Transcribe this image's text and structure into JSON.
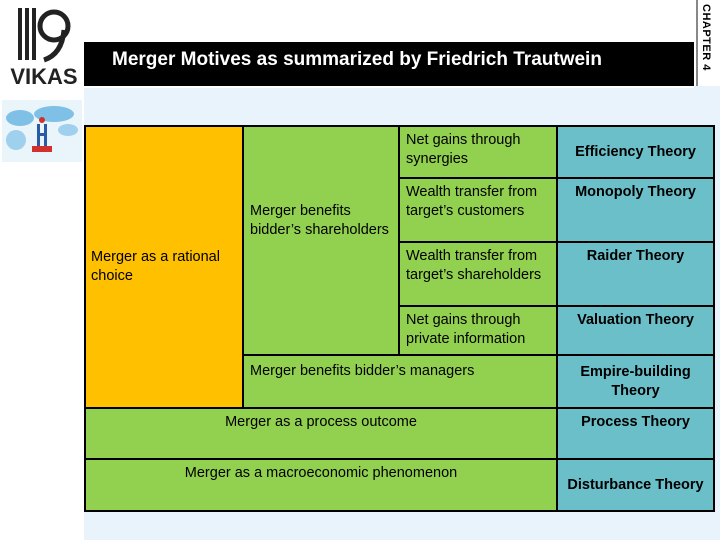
{
  "header": {
    "title": "Merger Motives as summarized by Friedrich Trautwein",
    "chapter_label": "CHAPTER 4",
    "logo_text": "VIKAS"
  },
  "table": {
    "rational_choice": "Merger as a rational choice",
    "shareholders": "Merger benefits bidder’s shareholders",
    "rows": [
      {
        "motive": "Net gains through synergies",
        "theory": "Efficiency Theory"
      },
      {
        "motive": "Wealth transfer from target’s customers",
        "theory": "Monopoly Theory"
      },
      {
        "motive": "Wealth transfer from target’s shareholders",
        "theory": "Raider Theory"
      },
      {
        "motive": "Net gains through private information",
        "theory": "Valuation Theory"
      },
      {
        "motive": "Merger benefits bidder’s managers",
        "theory": "Empire-building Theory"
      },
      {
        "motive": "Merger as a process outcome",
        "theory": "Process Theory"
      },
      {
        "motive": "Merger as a macroeconomic phenomenon",
        "theory": "Disturbance Theory"
      }
    ]
  },
  "colors": {
    "yellow": "#ffc000",
    "green": "#92d050",
    "teal": "#6bbfc9"
  }
}
